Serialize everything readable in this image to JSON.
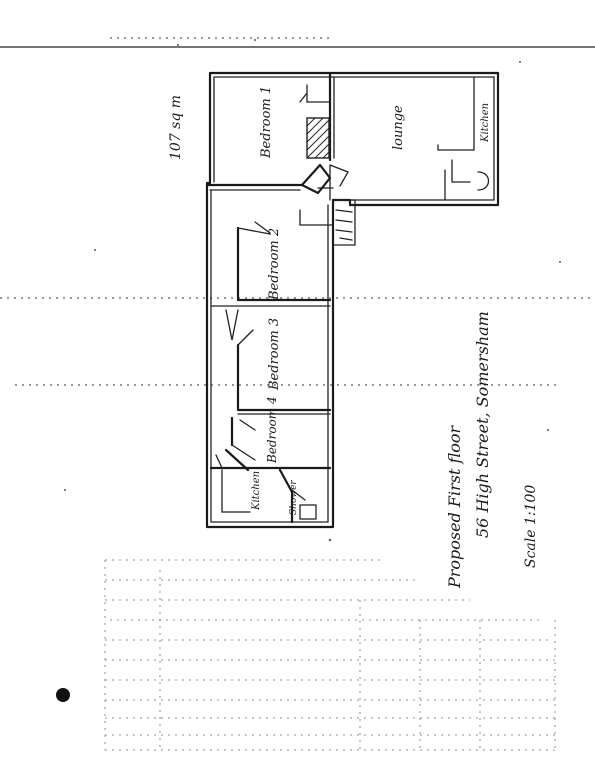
{
  "area_note": "107 sq m",
  "rooms": {
    "bedroom1": "Bedroom 1",
    "lounge": "lounge",
    "kitchen_upper": "Kitchen",
    "bedroom2": "Bedroom 2",
    "bedroom3": "Bedroom 3",
    "bedroom4": "Bedroom 4",
    "kitchen_lower": "Kitchen",
    "shower": "Shower"
  },
  "caption": {
    "line1": "Proposed First floor",
    "line2": "56 High Street, Somersham",
    "scale": "Scale 1:100"
  }
}
